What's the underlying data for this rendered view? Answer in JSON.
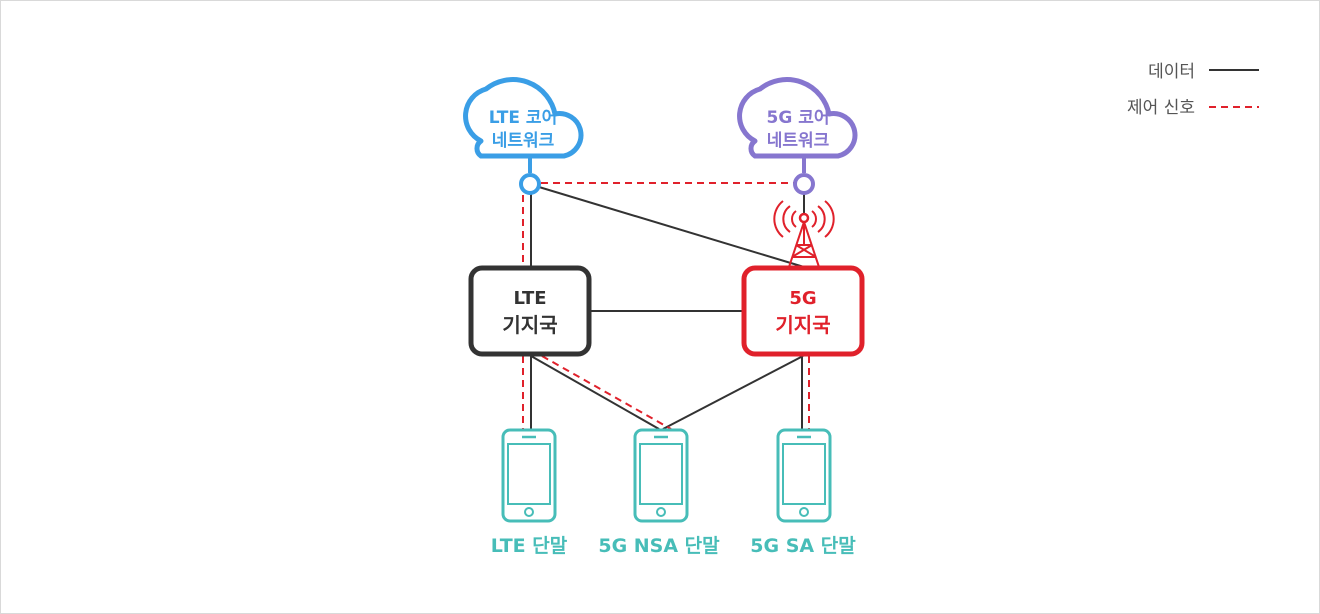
{
  "legend": {
    "data_label": "데이터",
    "control_label": "제어 신호"
  },
  "nodes": {
    "lte_core": {
      "line1": "LTE 코어",
      "line2": "네트워크"
    },
    "nr_core": {
      "line1": "5G 코어",
      "line2": "네트워크"
    },
    "lte_base": {
      "line1": "LTE",
      "line2": "기지국"
    },
    "nr_base": {
      "line1": "5G",
      "line2": "기지국"
    }
  },
  "terminals": {
    "lte": "LTE 단말",
    "nsa": "5G NSA 단말",
    "sa": "5G SA 단말"
  },
  "colors": {
    "lte_core": "#3a9ee6",
    "nr_core": "#8676cf",
    "nr_base": "#e0212b",
    "lte_base": "#333333",
    "terminal": "#47bdb8",
    "data_line": "#333333",
    "control_line": "#e0212b"
  }
}
